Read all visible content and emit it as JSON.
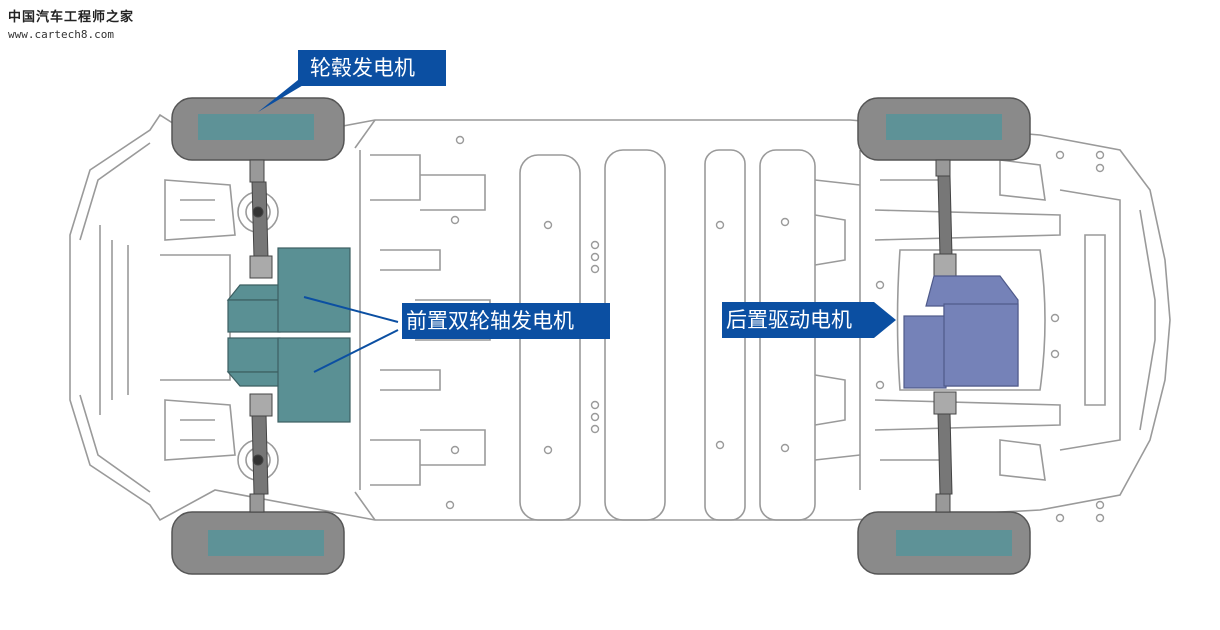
{
  "watermark": {
    "site_name": "中国汽车工程师之家",
    "url": "www.cartech8.com"
  },
  "labels": {
    "hub_motor": "轮毂发电机",
    "front_motor": "前置双轮轴发电机",
    "rear_motor": "后置驱动电机"
  },
  "colors": {
    "callout_blue": "#0b4fa2",
    "tire_gray": "#8a8a8a",
    "hub_teal": "#5e9297",
    "front_motor_teal": "#5a9094",
    "rear_motor_blue": "#7582b8",
    "chassis_line": "#9a9a9a"
  }
}
